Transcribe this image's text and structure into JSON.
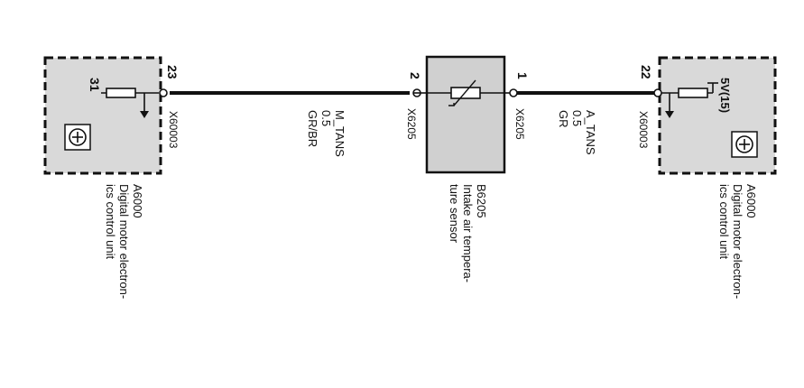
{
  "colors": {
    "line": "#111111",
    "module_fill": "#d9d9d9",
    "sensor_fill": "#d0d0d0",
    "background": "#ffffff"
  },
  "left_unit": {
    "code": "A6000",
    "description_line1": "Digital motor electron-",
    "description_line2": "ics control unit",
    "pin_outer": "23",
    "pin_inner": "31",
    "connector": "X60003",
    "icon": "ground-symbol-icon"
  },
  "right_unit": {
    "code": "A6000",
    "description_line1": "Digital motor electron-",
    "description_line2": "ics control unit",
    "pin_outer": "22",
    "supply": "5V(15)",
    "connector": "X60003",
    "icon": "ground-symbol-icon"
  },
  "sensor": {
    "code": "B6205",
    "description_line1": "Intake air tempera-",
    "description_line2": "ture sensor",
    "icon": "ntc-thermistor-icon",
    "left_pin": "2",
    "left_connector": "X6205",
    "right_pin": "1",
    "right_connector": "X6205"
  },
  "wire_left": {
    "signal": "M_TANS",
    "gauge": "0.5",
    "color_code": "GR/BR"
  },
  "wire_right": {
    "signal": "A_TANS",
    "gauge": "0.5",
    "color_code": "GR"
  }
}
